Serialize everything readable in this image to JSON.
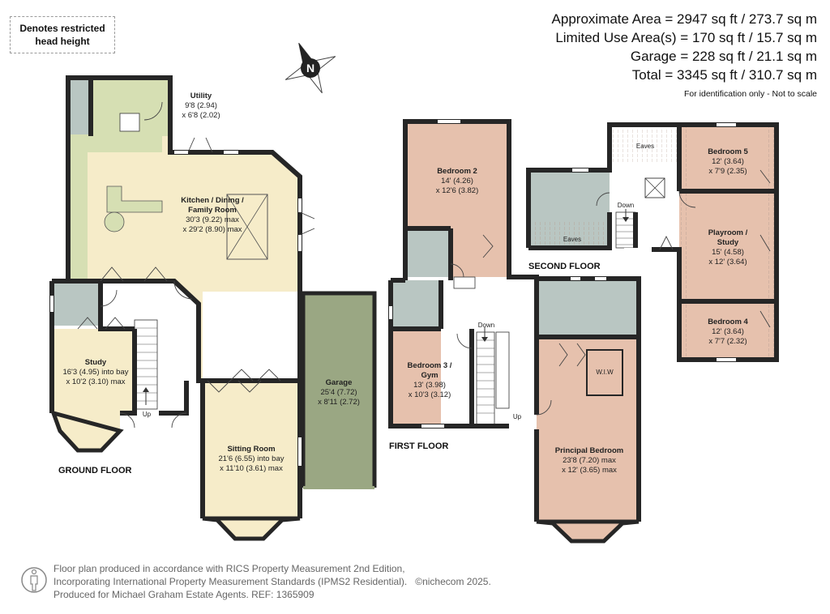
{
  "legend": {
    "line1": "Denotes restricted",
    "line2": "head height"
  },
  "areas": {
    "approx": "Approximate Area = 2947 sq ft / 273.7 sq m",
    "limited": "Limited Use Area(s) = 170 sq ft / 15.7 sq m",
    "garage": "Garage = 228 sq ft / 21.1 sq m",
    "total": "Total = 3345 sq ft / 310.7 sq m",
    "note": "For identification only - Not to scale"
  },
  "floors": {
    "ground": "GROUND FLOOR",
    "first": "FIRST FLOOR",
    "second": "SECOND FLOOR"
  },
  "rooms": {
    "utility": {
      "name": "Utility",
      "dim1": "9'8 (2.94)",
      "dim2": "x 6'8 (2.02)"
    },
    "kitchen": {
      "name1": "Kitchen / Dining /",
      "name2": "Family Room",
      "dim1": "30'3 (9.22) max",
      "dim2": "x 29'2 (8.90) max"
    },
    "study": {
      "name": "Study",
      "dim1": "16'3 (4.95) into bay",
      "dim2": "x 10'2 (3.10) max"
    },
    "garage": {
      "name": "Garage",
      "dim1": "25'4 (7.72)",
      "dim2": "x 8'11 (2.72)"
    },
    "sitting": {
      "name": "Sitting Room",
      "dim1": "21'6 (6.55) into bay",
      "dim2": "x 11'10 (3.61) max"
    },
    "bedroom2": {
      "name": "Bedroom 2",
      "dim1": "14' (4.26)",
      "dim2": "x 12'6 (3.82)"
    },
    "bedroom3": {
      "name1": "Bedroom 3 /",
      "name2": "Gym",
      "dim1": "13' (3.98)",
      "dim2": "x 10'3 (3.12)"
    },
    "principal": {
      "name": "Principal Bedroom",
      "dim1": "23'8 (7.20) max",
      "dim2": "x 12' (3.65) max"
    },
    "wiw": {
      "name": "W.I.W"
    },
    "bedroom5": {
      "name": "Bedroom 5",
      "dim1": "12' (3.64)",
      "dim2": "x 7'9 (2.35)"
    },
    "playroom": {
      "name1": "Playroom /",
      "name2": "Study",
      "dim1": "15' (4.58)",
      "dim2": "x 12' (3.64)"
    },
    "bedroom4": {
      "name": "Bedroom 4",
      "dim1": "12' (3.64)",
      "dim2": "x 7'7 (2.32)"
    }
  },
  "labels": {
    "up": "Up",
    "down": "Down",
    "eaves": "Eaves",
    "compass": "N"
  },
  "footer": {
    "line1": "Floor plan produced in accordance with RICS Property Measurement 2nd Edition,",
    "line2": "Incorporating International Property Measurement Standards (IPMS2 Residential).",
    "copyright": "©nichecom 2025.",
    "line3": "Produced for Michael Graham Estate Agents.   REF: 1365909"
  },
  "colors": {
    "wall": "#262626",
    "floor": "#f6ecc9",
    "kitchen": "#d6dfb3",
    "bathroom": "#b9c6c2",
    "bedroom": "#e6c1ad",
    "garage": "#9aa783"
  }
}
